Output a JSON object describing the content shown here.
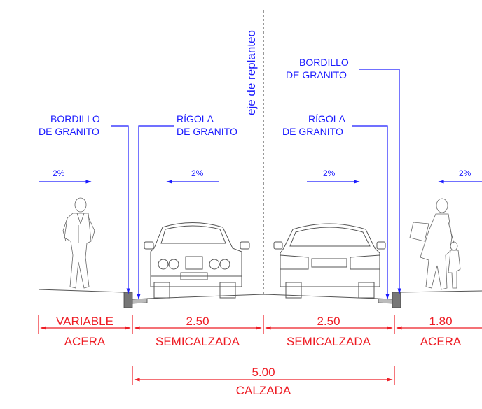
{
  "axis_label": "eje de replanteo",
  "callouts": {
    "bordillo_left": [
      "BORDILLO",
      "DE GRANITO"
    ],
    "rigola_left": [
      "RÍGOLA",
      "DE GRANITO"
    ],
    "bordillo_right": [
      "BORDILLO",
      "DE GRANITO"
    ],
    "rigola_right": [
      "RÍGOLA",
      "DE GRANITO"
    ]
  },
  "slopes": [
    "2%",
    "2%",
    "2%",
    "2%"
  ],
  "dimensions": [
    {
      "value": "VARIABLE",
      "name": "ACERA"
    },
    {
      "value": "2.50",
      "name": "SEMICALZADA"
    },
    {
      "value": "2.50",
      "name": "SEMICALZADA"
    },
    {
      "value": "1.80",
      "name": "ACERA"
    }
  ],
  "total": {
    "value": "5.00",
    "name": "CALZADA"
  },
  "colors": {
    "annotation": "#1a1aff",
    "dimension": "#ee1c24",
    "drawing": "#555555"
  }
}
